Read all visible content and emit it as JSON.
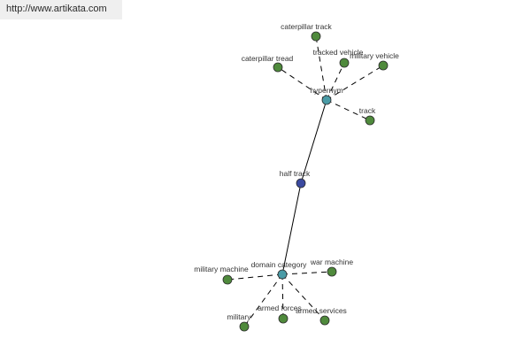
{
  "header": {
    "url": "http://www.artikata.com"
  },
  "colors": {
    "center": "#3b4aa0",
    "hub": "#4a9ba6",
    "leaf": "#4f8a3c",
    "edge": "#000000"
  },
  "graph": {
    "center": {
      "id": "half-track",
      "label": "half track"
    },
    "hubs": [
      {
        "id": "hypernym",
        "label": "hypernym",
        "leaves": [
          {
            "id": "caterpillar-track",
            "label": "caterpillar track"
          },
          {
            "id": "caterpillar-tread",
            "label": "caterpillar tread"
          },
          {
            "id": "tracked-vehicle",
            "label": "tracked vehicle"
          },
          {
            "id": "military-vehicle",
            "label": "military vehicle"
          },
          {
            "id": "track",
            "label": "track"
          }
        ]
      },
      {
        "id": "domain-category",
        "label": "domain category",
        "leaves": [
          {
            "id": "military-machine",
            "label": "military machine"
          },
          {
            "id": "war-machine",
            "label": "war machine"
          },
          {
            "id": "military",
            "label": "military"
          },
          {
            "id": "armed-forces",
            "label": "armed forces"
          },
          {
            "id": "armed-services",
            "label": "armed services"
          }
        ]
      }
    ]
  }
}
